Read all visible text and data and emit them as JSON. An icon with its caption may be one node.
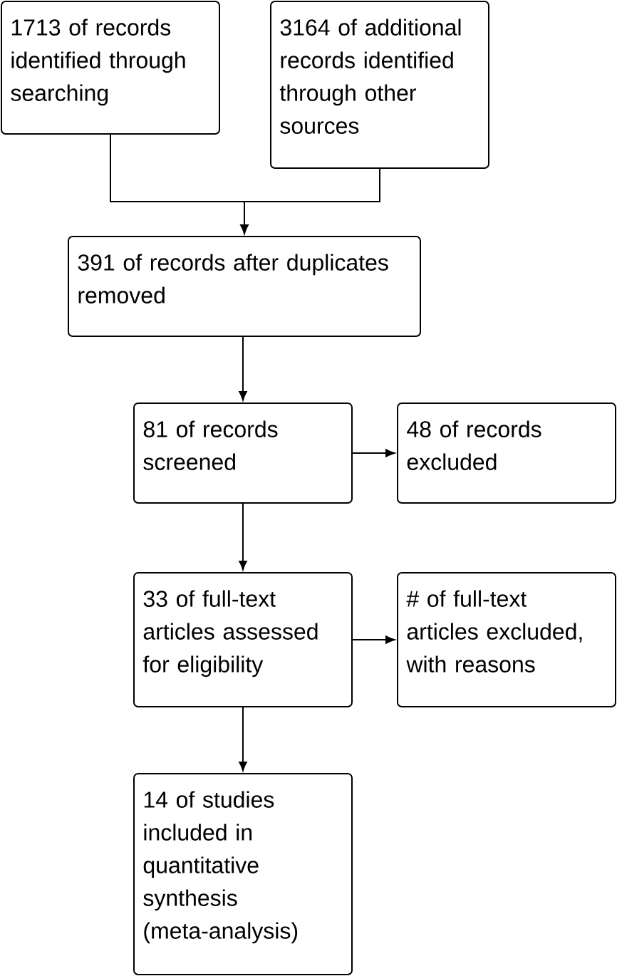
{
  "diagram": {
    "nodes": [
      {
        "text": [
          "1713 of records identified through searching"
        ]
      },
      {
        "text": [
          "3164 of additional records identified through other sources"
        ]
      },
      {
        "text": [
          "391 of records after duplicates removed"
        ]
      },
      {
        "text": [
          "81 of records screened"
        ]
      },
      {
        "text": [
          "48 of records excluded"
        ]
      },
      {
        "text": [
          "33 of full-text articles assessed for eligibility"
        ]
      },
      {
        "text": [
          "# of full-text articles excluded, with reasons"
        ]
      },
      {
        "text": [
          "14 of studies included in quantitative synthesis (meta-analysis)"
        ]
      }
    ],
    "edges": [
      {
        "from": 0,
        "to": 2,
        "arrow": "to"
      },
      {
        "from": 1,
        "to": 2,
        "arrow": "to"
      },
      {
        "from": 2,
        "to": 3,
        "arrow": "to"
      },
      {
        "from": 3,
        "to": 4,
        "arrow": "to"
      },
      {
        "from": 3,
        "to": 5,
        "arrow": "to"
      },
      {
        "from": 5,
        "to": 6,
        "arrow": "to"
      },
      {
        "from": 5,
        "to": 7,
        "arrow": "to"
      }
    ]
  }
}
